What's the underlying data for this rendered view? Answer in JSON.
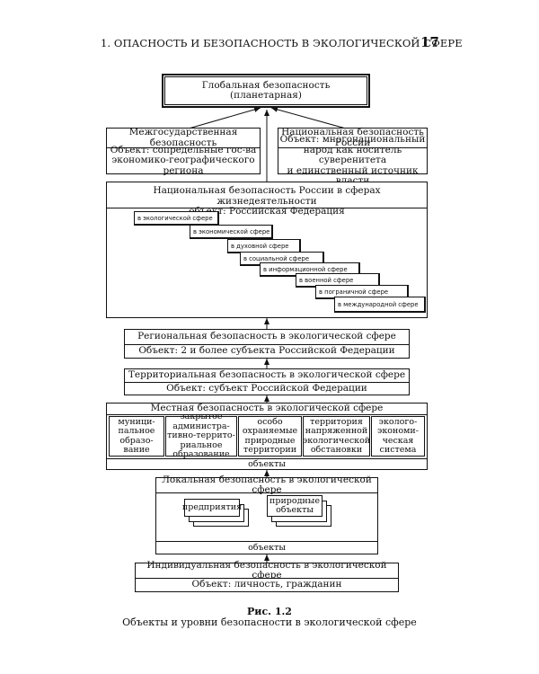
{
  "header": {
    "running_title": "1. ОПАСНОСТЬ И БЕЗОПАСНОСТЬ В ЭКОЛОГИЧЕСКОЙ СФЕРЕ",
    "page_number": "17"
  },
  "diagram": {
    "global": {
      "line1": "Глобальная безопасность",
      "line2": "(планетарная)"
    },
    "interstate": {
      "title_line1": "Межгосударственная",
      "title_line2": "безопасность",
      "object_line1": "Объект: сопредельные гос-ва",
      "object_line2": "экономико-географического",
      "object_line3": "региона"
    },
    "national": {
      "title_line1": "Национальная безопасность",
      "title_line2": "России",
      "object_line1": "Объект: многонациональный",
      "object_line2": "народ как носитель суверенитета",
      "object_line3": "и единственный источник власти"
    },
    "national_spheres": {
      "title_line1": "Национальная безопасность России в сферах жизнедеятельности",
      "title_line2": "объект: Российская Федерация",
      "spheres": [
        "в экологической сфере",
        "в экономической сфере",
        "в духовной сфере",
        "в социальной сфере",
        "в информационной сфере",
        "в военной сфере",
        "в пограничной сфере",
        "в международной сфере"
      ]
    },
    "regional": {
      "title": "Региональная безопасность в экологической сфере",
      "object": "Объект: 2 и более субъекта Российской Федерации"
    },
    "territorial": {
      "title": "Территориальная безопасность в экологической сфере",
      "object": "Объект: субъект Российской Федерации"
    },
    "local_level": {
      "title": "Местная безопасность в экологической сфере",
      "columns": [
        [
          "муници-",
          "пальное",
          "образо-",
          "вание"
        ],
        [
          "закрытое",
          "администра-",
          "тивно-террито-",
          "риальное",
          "образование"
        ],
        [
          "особо",
          "охраняемые",
          "природные",
          "территории"
        ],
        [
          "территория",
          "напряженной",
          "экологической",
          "обстановки"
        ],
        [
          "эколого-",
          "экономи-",
          "ческая",
          "система"
        ]
      ],
      "footer": "объекты"
    },
    "localized": {
      "title": "Локальная безопасность в экологической сфере",
      "item1": "предприятия",
      "item2_line1": "природные",
      "item2_line2": "объекты",
      "footer": "объекты"
    },
    "individual": {
      "title": "Индивидуальная безопасность в экологической сфере",
      "object": "Объект: личность, гражданин"
    }
  },
  "figure": {
    "label": "Рис. 1.2",
    "caption": "Объекты и уровни безопасности в экологической сфере"
  }
}
